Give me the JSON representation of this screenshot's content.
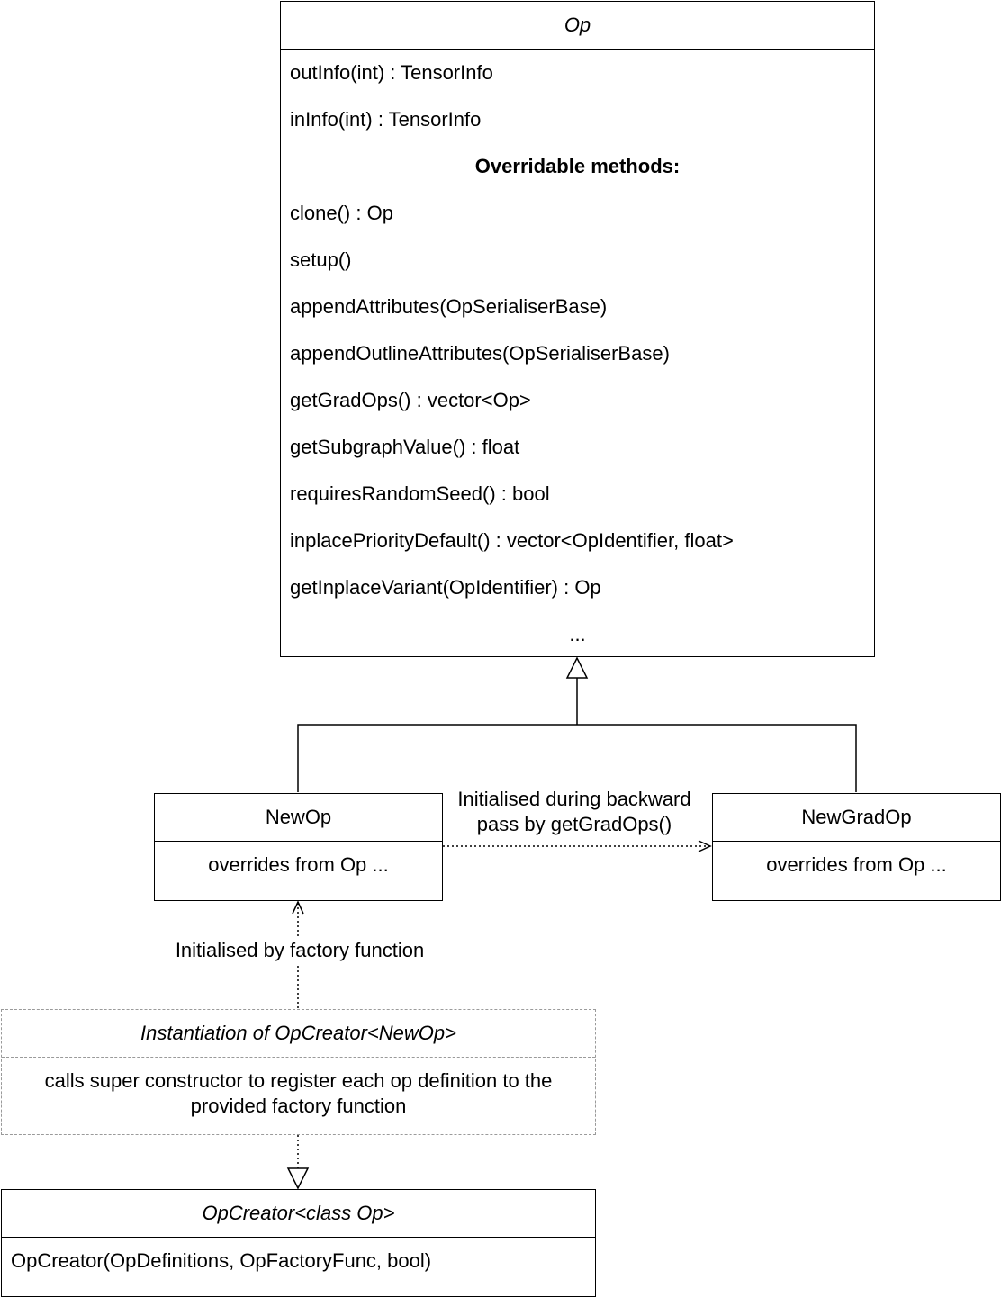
{
  "op_class": {
    "title": "Op",
    "members": [
      "outInfo(int) : TensorInfo",
      "inInfo(int) : TensorInfo"
    ],
    "section_heading": "Overridable methods:",
    "methods": [
      "clone() : Op",
      "setup()",
      "appendAttributes(OpSerialiserBase)",
      "appendOutlineAttributes(OpSerialiserBase)",
      "getGradOps() : vector<Op>",
      "getSubgraphValue() : float",
      "requiresRandomSeed() : bool",
      "inplacePriorityDefault() : vector<OpIdentifier, float>",
      "getInplaceVariant(OpIdentifier) : Op"
    ],
    "ellipsis": "..."
  },
  "new_op": {
    "title": "NewOp",
    "body": "overrides from Op ..."
  },
  "new_grad_op": {
    "title": "NewGradOp",
    "body": "overrides from Op ..."
  },
  "instantiation": {
    "title": "Instantiation of OpCreator<NewOp>",
    "body_line1": "calls super constructor to register each op definition to the",
    "body_line2": "provided factory function"
  },
  "op_creator": {
    "title": "OpCreator<class Op>",
    "member": "OpCreator(OpDefinitions, OpFactoryFunc, bool)"
  },
  "edges": {
    "grad_line1": "Initialised during backward",
    "grad_line2": "pass by getGradOps()",
    "factory": "Initialised by factory function"
  }
}
